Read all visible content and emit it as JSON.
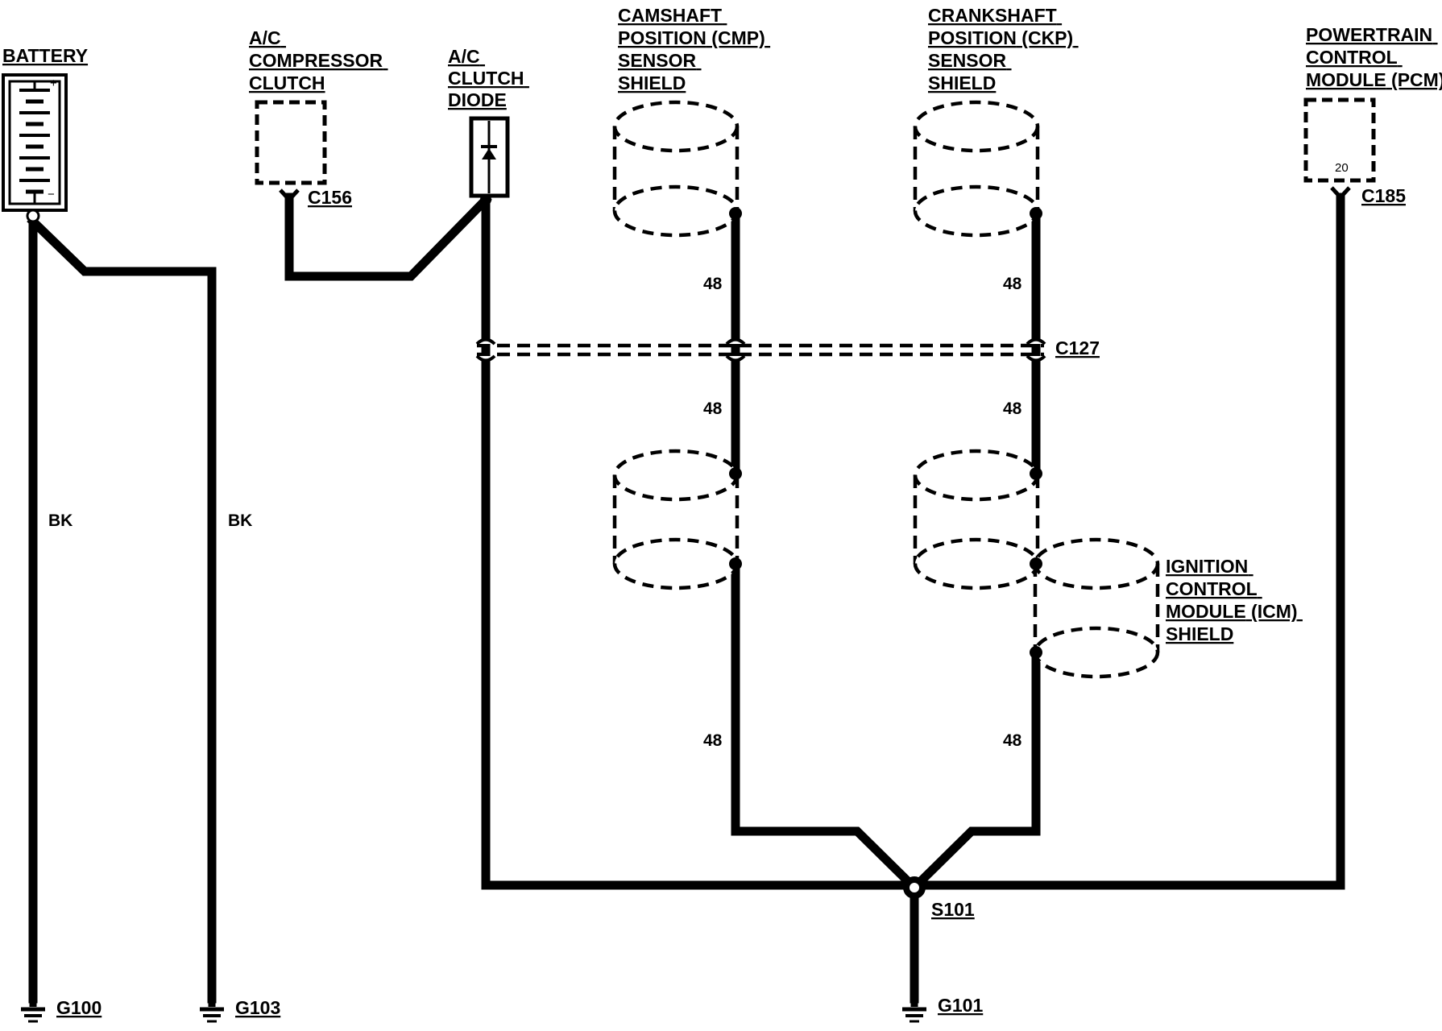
{
  "components": {
    "battery": {
      "lines": [
        "BATTERY"
      ],
      "plus": "+",
      "minus": "−"
    },
    "ac_compressor_clutch": {
      "lines": [
        "A/C",
        "COMPRESSOR",
        "CLUTCH"
      ],
      "connector": "C156"
    },
    "ac_clutch_diode": {
      "lines": [
        "A/C",
        "CLUTCH",
        "DIODE"
      ]
    },
    "cmp_shield": {
      "lines": [
        "CAMSHAFT",
        "POSITION",
        "SENSOR",
        "SHIELD"
      ],
      "line2_suffix": " (CMP)"
    },
    "ckp_shield": {
      "lines": [
        "CRANKSHAFT",
        "POSITION",
        "SENSOR",
        "SHIELD"
      ],
      "line2_suffix": " (CKP)"
    },
    "pcm": {
      "lines": [
        "POWERTRAIN",
        "CONTROL",
        "MODULE"
      ],
      "line3_suffix": " (PCM)",
      "pin": "20",
      "connector": "C185"
    },
    "icm_shield": {
      "lines": [
        "IGNITION",
        "CONTROL",
        "MODULE",
        "SHIELD"
      ],
      "line3_suffix": " (ICM)"
    }
  },
  "inline_connector": "C127",
  "splice": "S101",
  "grounds": [
    "G100",
    "G103",
    "G101"
  ],
  "wire_labels": {
    "battery_g100": "BK",
    "battery_g103": "BK",
    "cmp_upper": "48",
    "cmp_middle": "48",
    "cmp_lower": "48",
    "ckp_upper": "48",
    "ckp_middle": "48",
    "ckp_lower": "48"
  }
}
